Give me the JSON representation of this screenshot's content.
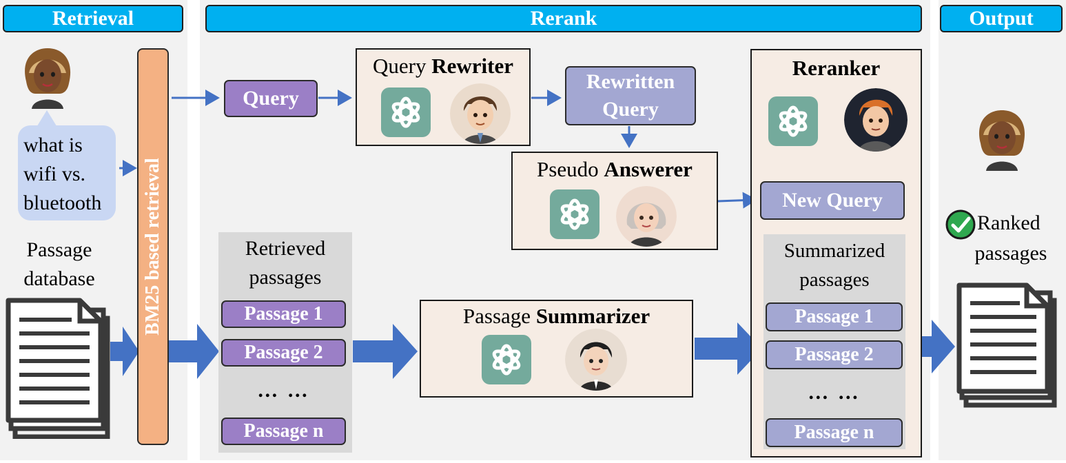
{
  "headers": {
    "retrieval": "Retrieval",
    "rerank": "Rerank",
    "output": "Output"
  },
  "user_query": {
    "line1": "what is",
    "line2": "wifi vs.",
    "line3": "bluetooth"
  },
  "passage_database": {
    "line1": "Passage",
    "line2": "database"
  },
  "bm25_label": "BM25 based retrieval",
  "query_node": "Query",
  "rewriter": {
    "prefix": "Query ",
    "bold": "Rewriter"
  },
  "rewritten_query": {
    "line1": "Rewritten",
    "line2": "Query"
  },
  "answerer": {
    "prefix": "Pseudo ",
    "bold": "Answerer"
  },
  "reranker": {
    "bold": "Reranker"
  },
  "new_query": "New Query",
  "retrieved": {
    "title_line1": "Retrieved",
    "title_line2": "passages",
    "items": [
      "Passage 1",
      "Passage 2",
      "Passage n"
    ],
    "ellipsis": "… …"
  },
  "summarizer": {
    "prefix": "Passage ",
    "bold": "Summarizer"
  },
  "summarized": {
    "title_line1": "Summarized",
    "title_line2": "passages",
    "items": [
      "Passage 1",
      "Passage 2",
      "Passage n"
    ],
    "ellipsis": "… …"
  },
  "ranked": {
    "line1": "Ranked",
    "line2": "passages"
  },
  "colors": {
    "header": "#00b0f0",
    "panel": "#f2f2f2",
    "box": "#f6ece4",
    "bm25": "#f4b183",
    "purple_pill": "#9b7fc6",
    "lavender_pill": "#a3a7d2",
    "arrow": "#4472c4",
    "gpt_tile": "#74aa9c",
    "speech": "#c9d7f3",
    "gray_area": "#d9d9d9"
  },
  "icons": [
    "woman-avatar-icon",
    "speech-bubble-icon",
    "document-stack-icon",
    "chatgpt-logo-icon",
    "man-avatar-icon",
    "grandma-avatar-icon",
    "redhead-avatar-icon",
    "check-mark-icon"
  ]
}
